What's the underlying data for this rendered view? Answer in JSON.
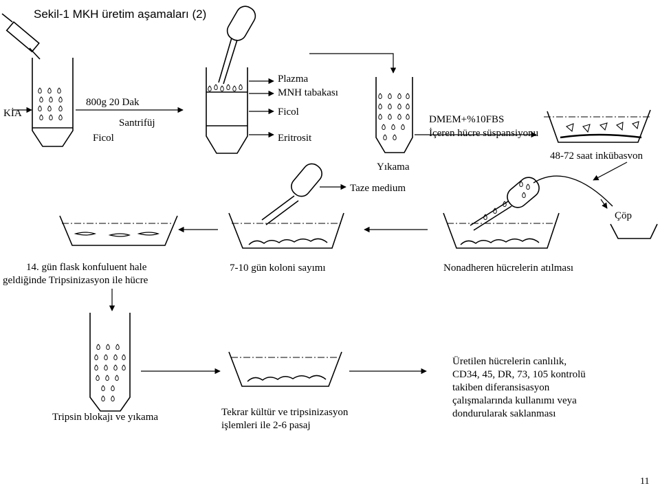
{
  "title": "Sekil-1 MKH üretim aşamaları (2)",
  "labels": {
    "kia": "KİA",
    "centrifuge_speed": "800g 20 Dak",
    "centrifuge": "Santrifüj",
    "ficol_left": "Ficol",
    "plasma": "Plazma",
    "mnh_layer": "MNH tabakası",
    "ficol_mid": "Ficol",
    "erythrocyte": "Eritrosit",
    "wash": "Yıkama",
    "fresh_medium": "Taze medium",
    "dmem": "DMEM+%10FBS",
    "suspension": "İçeren hücre süspansiyonu",
    "incubation": "48-72 saat inkübasvon",
    "waste": "Çöp",
    "day14_line1": "14. gün flask konfuluent hale",
    "day14_line2": "geldiğinde Tripsinizasyon ile hücre",
    "colony_count": "7-10 gün koloni sayımı",
    "nonadherent": "Nonadheren hücrelerin atılması",
    "trypsin_block": "Tripsin blokajı ve yıkama",
    "reculture_line1": "Tekrar kültür ve tripsinizasyon",
    "reculture_line2": "işlemleri ile 2-6 pasaj",
    "final_line1": "Üretilen hücrelerin canlılık,",
    "final_line2": "CD34, 45, DR, 73, 105 kontrolü",
    "final_line3": "takiben diferansisasyon",
    "final_line4": "çalışmalarında kullanımı veya",
    "final_line5": "dondurularak saklanması"
  },
  "page_number": "11"
}
